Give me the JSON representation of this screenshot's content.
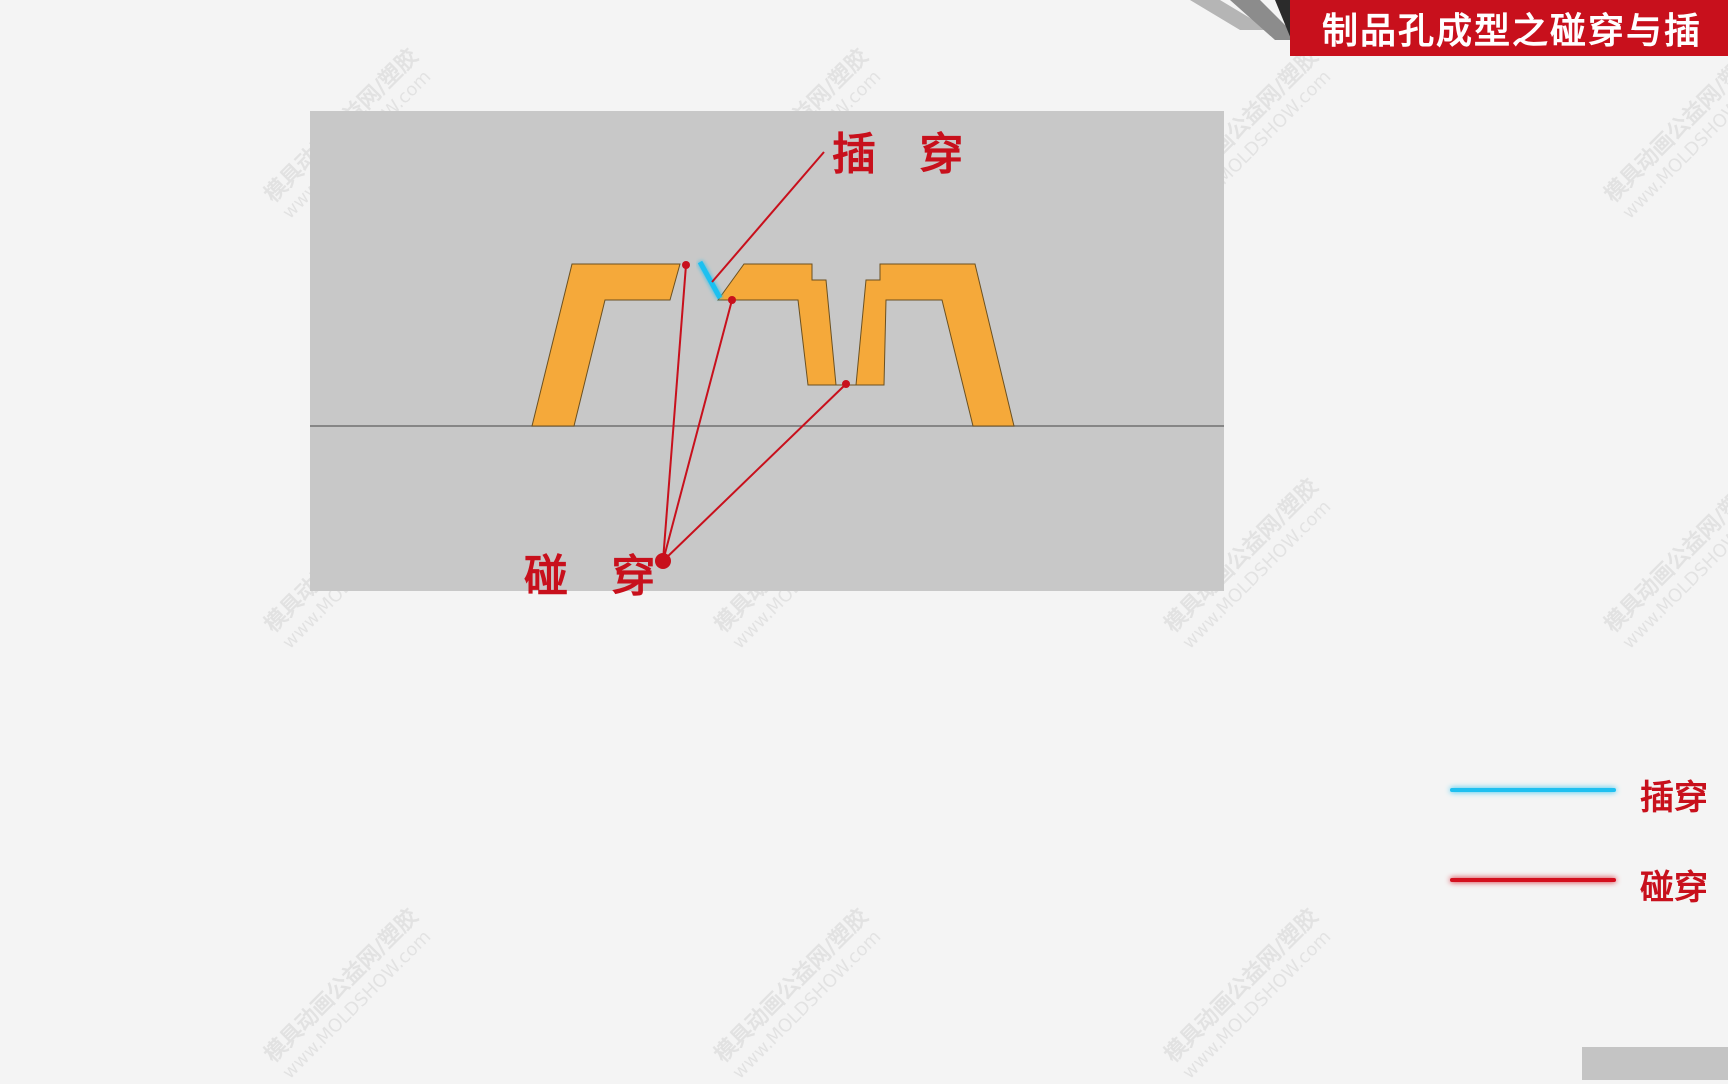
{
  "title": "制品孔成型之碰穿与插",
  "labels": {
    "insert": "插 穿",
    "touch": "碰 穿"
  },
  "legend": [
    {
      "label": "插穿",
      "color": "#1fc0f0"
    },
    {
      "label": "碰穿",
      "color": "#d40f1e"
    }
  ],
  "watermark": {
    "line1": "模具动画公益网/塑胶",
    "line2": "www.MOLDSHOW.com"
  },
  "colors": {
    "banner": "#c8101c",
    "part": "#f5a93a",
    "mold": "#c8c8c8",
    "insert_line": "#1fc0f0",
    "touch_line": "#d40f1e"
  }
}
